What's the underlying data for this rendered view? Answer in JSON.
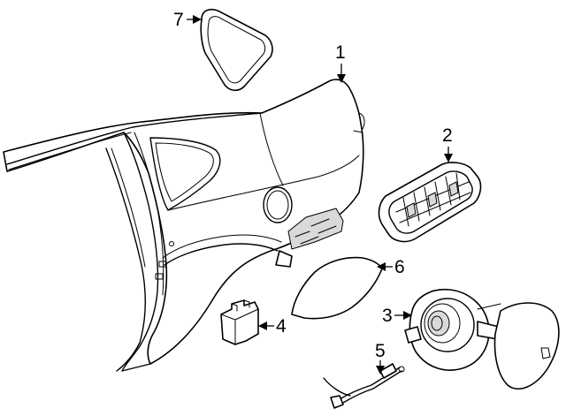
{
  "diagram": {
    "callouts": [
      {
        "id": "1",
        "label": "1"
      },
      {
        "id": "2",
        "label": "2"
      },
      {
        "id": "3",
        "label": "3"
      },
      {
        "id": "4",
        "label": "4"
      },
      {
        "id": "5",
        "label": "5"
      },
      {
        "id": "6",
        "label": "6"
      },
      {
        "id": "7",
        "label": "7"
      }
    ],
    "icons": [
      "quarter-panel",
      "air-vent",
      "fuel-door-housing",
      "fuel-door",
      "bracket",
      "release-cable",
      "insulator-pad",
      "window-glass"
    ]
  }
}
